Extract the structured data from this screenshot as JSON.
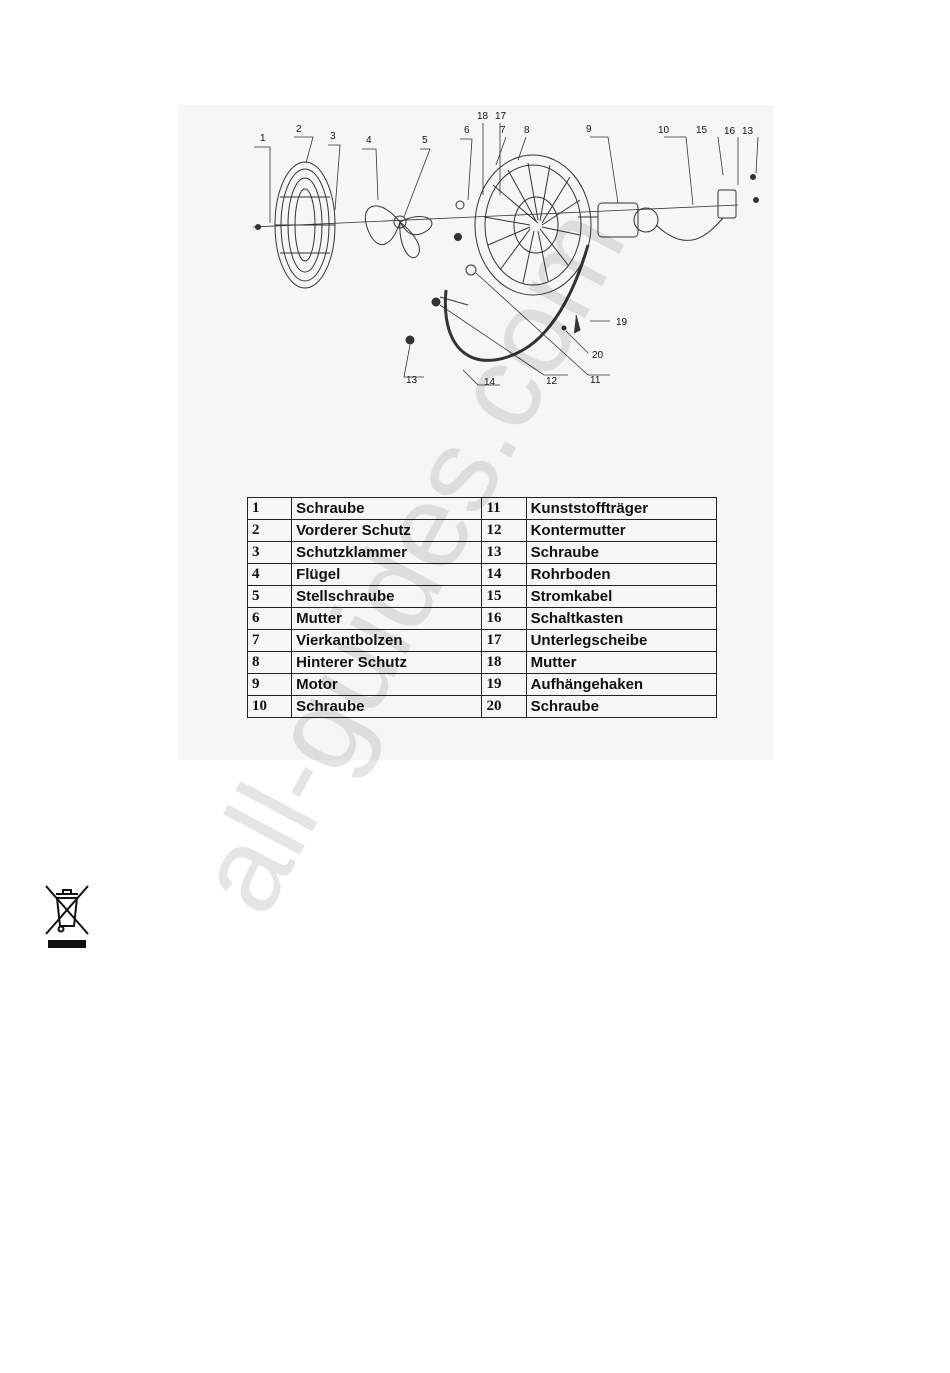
{
  "diagram": {
    "callouts": [
      "1",
      "2",
      "3",
      "4",
      "5",
      "6",
      "18",
      "17",
      "7",
      "8",
      "9",
      "10",
      "15",
      "16",
      "13",
      "19",
      "20",
      "11",
      "12",
      "14",
      "13"
    ]
  },
  "parts": [
    {
      "left": {
        "num": "1",
        "name": "Schraube"
      },
      "right": {
        "num": "11",
        "name": "Kunststoffträger"
      }
    },
    {
      "left": {
        "num": "2",
        "name": "Vorderer Schutz"
      },
      "right": {
        "num": "12",
        "name": "Kontermutter"
      }
    },
    {
      "left": {
        "num": "3",
        "name": "Schutzklammer"
      },
      "right": {
        "num": "13",
        "name": "Schraube"
      }
    },
    {
      "left": {
        "num": "4",
        "name": "Flügel"
      },
      "right": {
        "num": "14",
        "name": "Rohrboden"
      }
    },
    {
      "left": {
        "num": "5",
        "name": "Stellschraube"
      },
      "right": {
        "num": "15",
        "name": "Stromkabel"
      }
    },
    {
      "left": {
        "num": "6",
        "name": "Mutter"
      },
      "right": {
        "num": "16",
        "name": "Schaltkasten"
      }
    },
    {
      "left": {
        "num": "7",
        "name": "Vierkantbolzen"
      },
      "right": {
        "num": "17",
        "name": "Unterlegscheibe"
      }
    },
    {
      "left": {
        "num": "8",
        "name": "Hinterer Schutz"
      },
      "right": {
        "num": "18",
        "name": "Mutter"
      }
    },
    {
      "left": {
        "num": "9",
        "name": "Motor"
      },
      "right": {
        "num": "19",
        "name": "Aufhängehaken"
      }
    },
    {
      "left": {
        "num": "10",
        "name": "Schraube"
      },
      "right": {
        "num": "20",
        "name": "Schraube"
      }
    }
  ],
  "watermark": "all-guides.com",
  "icons": {
    "weee": "crossed-out-wheelie-bin-icon"
  }
}
